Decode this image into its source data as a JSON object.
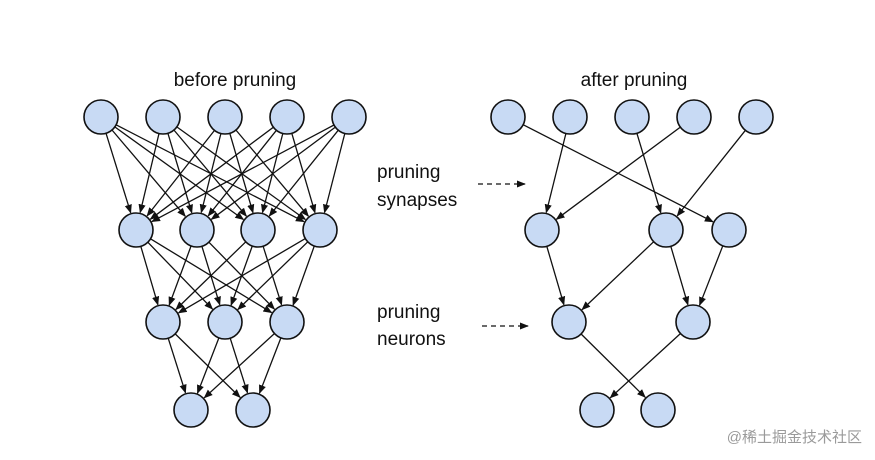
{
  "left_panel": {
    "title": "before pruning"
  },
  "right_panel": {
    "title": "after pruning"
  },
  "annotations": {
    "pruning_synapses": [
      "pruning",
      "synapses"
    ],
    "pruning_neurons": [
      "pruning",
      "neurons"
    ]
  },
  "watermark": "@稀土掘金技术社区",
  "colors": {
    "neuron_fill": "#c8daf4",
    "stroke": "#111111"
  }
}
